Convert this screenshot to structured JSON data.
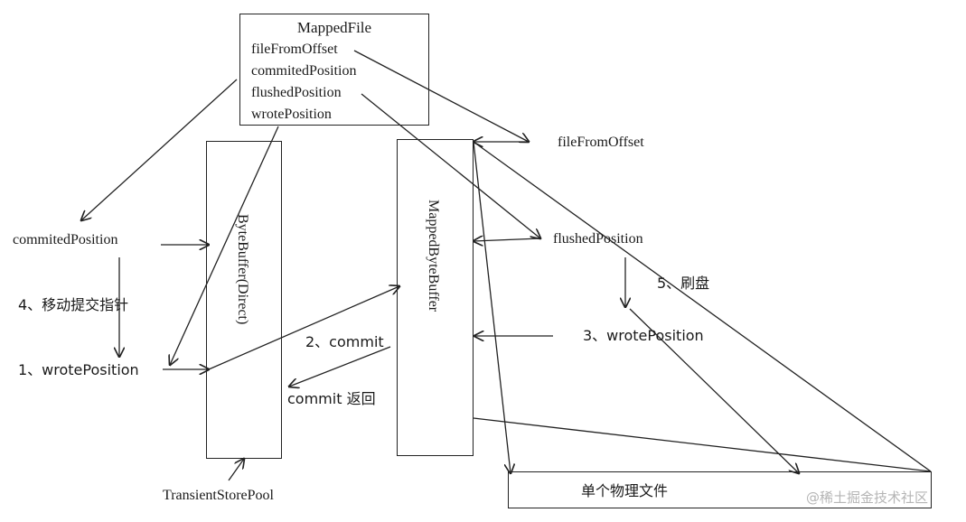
{
  "mapped_file": {
    "title": "MappedFile",
    "fields": [
      "fileFromOffset",
      "commitedPosition",
      "flushedPosition",
      "wrotePosition"
    ]
  },
  "byte_buffer": {
    "label": "ByteBuffer(Direct)"
  },
  "mapped_byte_buffer": {
    "label": "MappedByteBuffer"
  },
  "physical_file": {
    "label": "单个物理文件"
  },
  "labels": {
    "file_from_offset": "fileFromOffset",
    "commited_position": "commitedPosition",
    "flushed_position": "flushedPosition",
    "step1_wrote_position": "1、wrotePosition",
    "step2_commit": "2、commit",
    "step3_wrote_position": "3、wrotePosition",
    "step4_move_pointer": "4、移动提交指针",
    "step5_flush": "5、刷盘",
    "commit_return": "commit 返回",
    "transient_store_pool": "TransientStorePool"
  },
  "watermark": "@稀土掘金技术社区",
  "colors": {
    "stroke": "#222222",
    "text": "#1a1a1a",
    "watermark": "#b5b5b5"
  }
}
